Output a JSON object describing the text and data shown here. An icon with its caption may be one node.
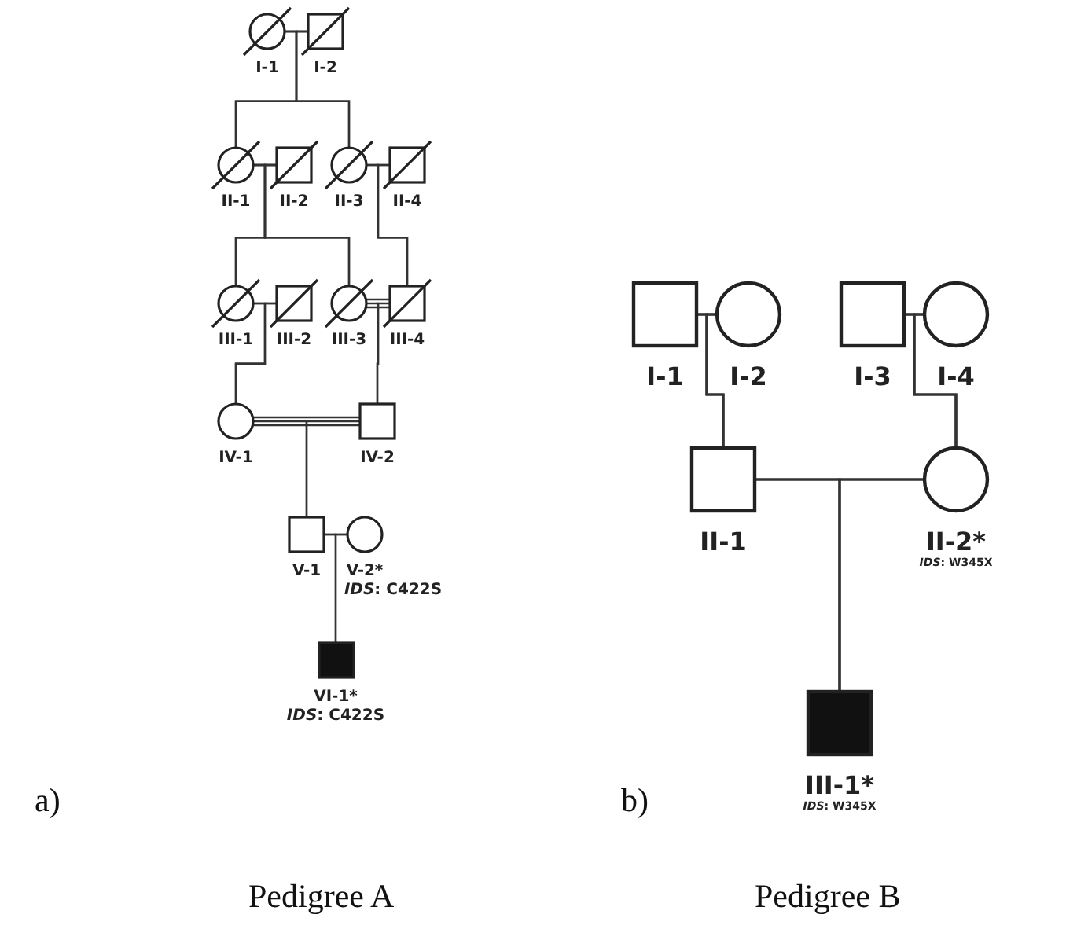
{
  "diagram": {
    "nodes": [
      {
        "text": [
          "I-1"
        ]
      },
      {
        "text": [
          "I-2"
        ]
      },
      {
        "text": [
          "II-1"
        ]
      },
      {
        "text": [
          "II-2"
        ]
      },
      {
        "text": [
          "II-3"
        ]
      },
      {
        "text": [
          "II-4"
        ]
      },
      {
        "text": [
          "III-1"
        ]
      },
      {
        "text": [
          "III-2"
        ]
      },
      {
        "text": [
          "III-3"
        ]
      },
      {
        "text": [
          "III-4"
        ]
      },
      {
        "text": [
          "IV-1"
        ]
      },
      {
        "text": [
          "IV-2"
        ]
      },
      {
        "text": [
          "V-1"
        ]
      },
      {
        "text": [
          "V-2*",
          "*IDS*: C422S"
        ]
      },
      {
        "text": [
          "VI-1*",
          "*IDS*: C422S"
        ]
      },
      {
        "text": [
          "I-1"
        ]
      },
      {
        "text": [
          "I-2"
        ]
      },
      {
        "text": [
          "I-3"
        ]
      },
      {
        "text": [
          "I-4"
        ]
      },
      {
        "text": [
          "II-1"
        ]
      },
      {
        "text": [
          "II-2*",
          "*IDS*: W345X"
        ]
      },
      {
        "text": [
          "III-1*",
          "*IDS*: W345X"
        ]
      }
    ],
    "edges": [
      {
        "from": 0,
        "to": 1,
        "arrow": "none"
      },
      {
        "from": 0,
        "to": 2,
        "arrow": "none"
      },
      {
        "from": 1,
        "to": 2,
        "arrow": "none"
      },
      {
        "from": 0,
        "to": 4,
        "arrow": "none"
      },
      {
        "from": 1,
        "to": 4,
        "arrow": "none"
      },
      {
        "from": 2,
        "to": 3,
        "arrow": "none"
      },
      {
        "from": 4,
        "to": 5,
        "arrow": "none"
      },
      {
        "from": 2,
        "to": 6,
        "arrow": "none"
      },
      {
        "from": 3,
        "to": 6,
        "arrow": "none"
      },
      {
        "from": 2,
        "to": 8,
        "arrow": "none"
      },
      {
        "from": 3,
        "to": 8,
        "arrow": "none"
      },
      {
        "from": 4,
        "to": 9,
        "arrow": "none"
      },
      {
        "from": 5,
        "to": 9,
        "arrow": "none"
      },
      {
        "from": 6,
        "to": 7,
        "arrow": "none"
      },
      {
        "from": 8,
        "to": 9,
        "arrow": "none"
      },
      {
        "from": 6,
        "to": 10,
        "arrow": "none"
      },
      {
        "from": 7,
        "to": 10,
        "arrow": "none"
      },
      {
        "from": 8,
        "to": 11,
        "arrow": "none"
      },
      {
        "from": 9,
        "to": 11,
        "arrow": "none"
      },
      {
        "from": 10,
        "to": 11,
        "arrow": "none"
      },
      {
        "from": 10,
        "to": 12,
        "arrow": "none"
      },
      {
        "from": 11,
        "to": 12,
        "arrow": "none"
      },
      {
        "from": 12,
        "to": 13,
        "arrow": "none"
      },
      {
        "from": 12,
        "to": 14,
        "arrow": "none"
      },
      {
        "from": 13,
        "to": 14,
        "arrow": "none"
      },
      {
        "from": 15,
        "to": 16,
        "arrow": "none"
      },
      {
        "from": 17,
        "to": 18,
        "arrow": "none"
      },
      {
        "from": 15,
        "to": 19,
        "arrow": "none"
      },
      {
        "from": 16,
        "to": 19,
        "arrow": "none"
      },
      {
        "from": 17,
        "to": 20,
        "arrow": "none"
      },
      {
        "from": 18,
        "to": 20,
        "arrow": "none"
      },
      {
        "from": 19,
        "to": 20,
        "arrow": "none"
      },
      {
        "from": 19,
        "to": 21,
        "arrow": "none"
      },
      {
        "from": 20,
        "to": 21,
        "arrow": "none"
      }
    ],
    "labels": [
      "a)",
      "b)",
      "Pedigree A",
      "Pedigree B"
    ]
  }
}
